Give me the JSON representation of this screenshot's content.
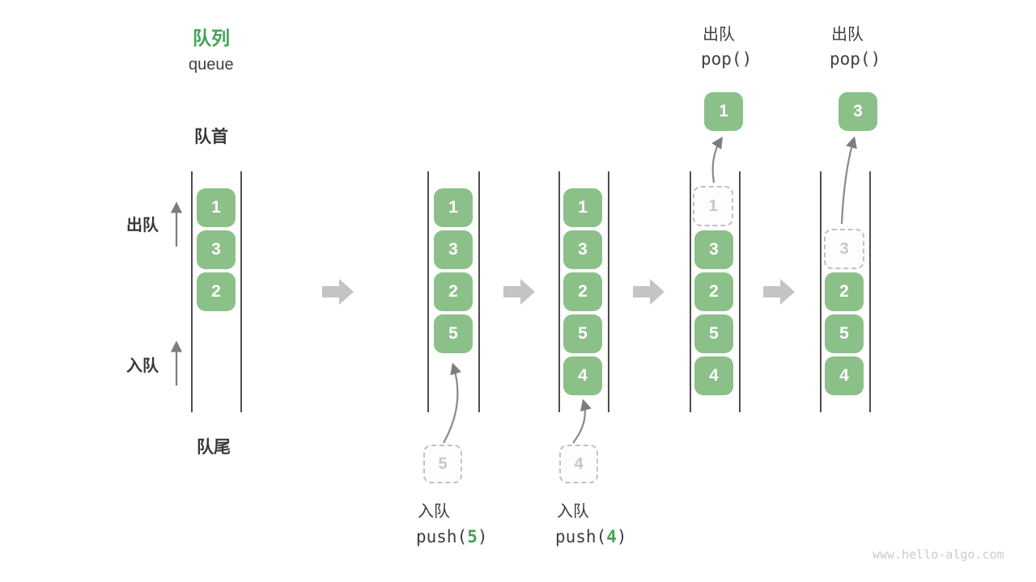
{
  "title": {
    "zh": "队列",
    "en": "queue"
  },
  "labels": {
    "front": "队首",
    "rear": "队尾",
    "dequeue": "出队",
    "enqueue": "入队"
  },
  "watermark": "www.hello-algo.com",
  "colors": {
    "box_green": "#8cc089",
    "accent_green": "#42a355",
    "text_dark": "#3c4042",
    "arrow_gray": "#8a8a8a",
    "block_arrow_gray": "#c4c4c4",
    "ghost_gray": "#c7c7c7"
  },
  "columns": [
    {
      "boxes": [
        "1",
        "3",
        "2"
      ]
    },
    {
      "boxes": [
        "1",
        "3",
        "2",
        "5"
      ],
      "pending": "5",
      "op": {
        "action": "入队",
        "code_pre": "push(",
        "code_arg": "5",
        "code_post": ")"
      }
    },
    {
      "boxes": [
        "1",
        "3",
        "2",
        "5",
        "4"
      ],
      "pending": "4",
      "op": {
        "action": "入队",
        "code_pre": "push(",
        "code_arg": "4",
        "code_post": ")"
      }
    },
    {
      "ghost": "1",
      "boxes": [
        "3",
        "2",
        "5",
        "4"
      ],
      "popped": "1",
      "op": {
        "action": "出队",
        "code": "pop()"
      }
    },
    {
      "ghost": "3",
      "boxes": [
        "2",
        "5",
        "4"
      ],
      "popped": "3",
      "op": {
        "action": "出队",
        "code": "pop()"
      }
    }
  ]
}
